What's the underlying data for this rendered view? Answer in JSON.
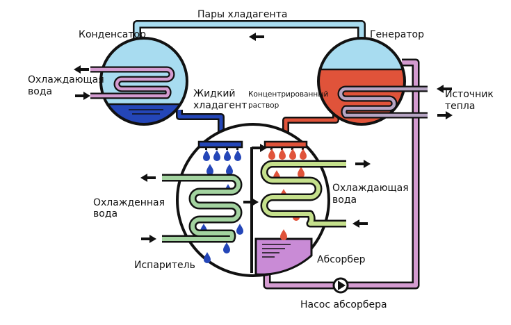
{
  "diagram": {
    "labels": {
      "vapor": "Пары хладагента",
      "condenser": "Конденсатор",
      "generator": "Генератор",
      "cooling_water_left_1": "Охлаждающая",
      "cooling_water_left_2": "вода",
      "liquid_refrigerant_1": "Жидкий",
      "liquid_refrigerant_2": "хладагент",
      "concentrated_1": "Концентрированный",
      "concentrated_2": "раствор",
      "heat_source_1": "Источник",
      "heat_source_2": "тепла",
      "chilled_water_1": "Охлажденная",
      "chilled_water_2": "вода",
      "cooling_water_right_1": "Охлаждающая",
      "cooling_water_right_2": "вода",
      "evaporator": "Испаритель",
      "absorber": "Абсорбер",
      "pump": "Насос абсорбера"
    },
    "colors": {
      "vapor_pipe": "#a8dcf0",
      "vessel_sky": "#a8dcf0",
      "liquid_refrigerant": "#2446b8",
      "concentrated_solution": "#e0533a",
      "coil_pink": "#d49bd0",
      "coil_grey": "#b7a5c4",
      "cooling_coil": "#c5e08c",
      "chilled_coil": "#a3d3a0",
      "absorber_solution": "#c98bd6",
      "drop_blue": "#2446b8",
      "drop_red": "#e0533a",
      "outline": "#111111"
    }
  }
}
